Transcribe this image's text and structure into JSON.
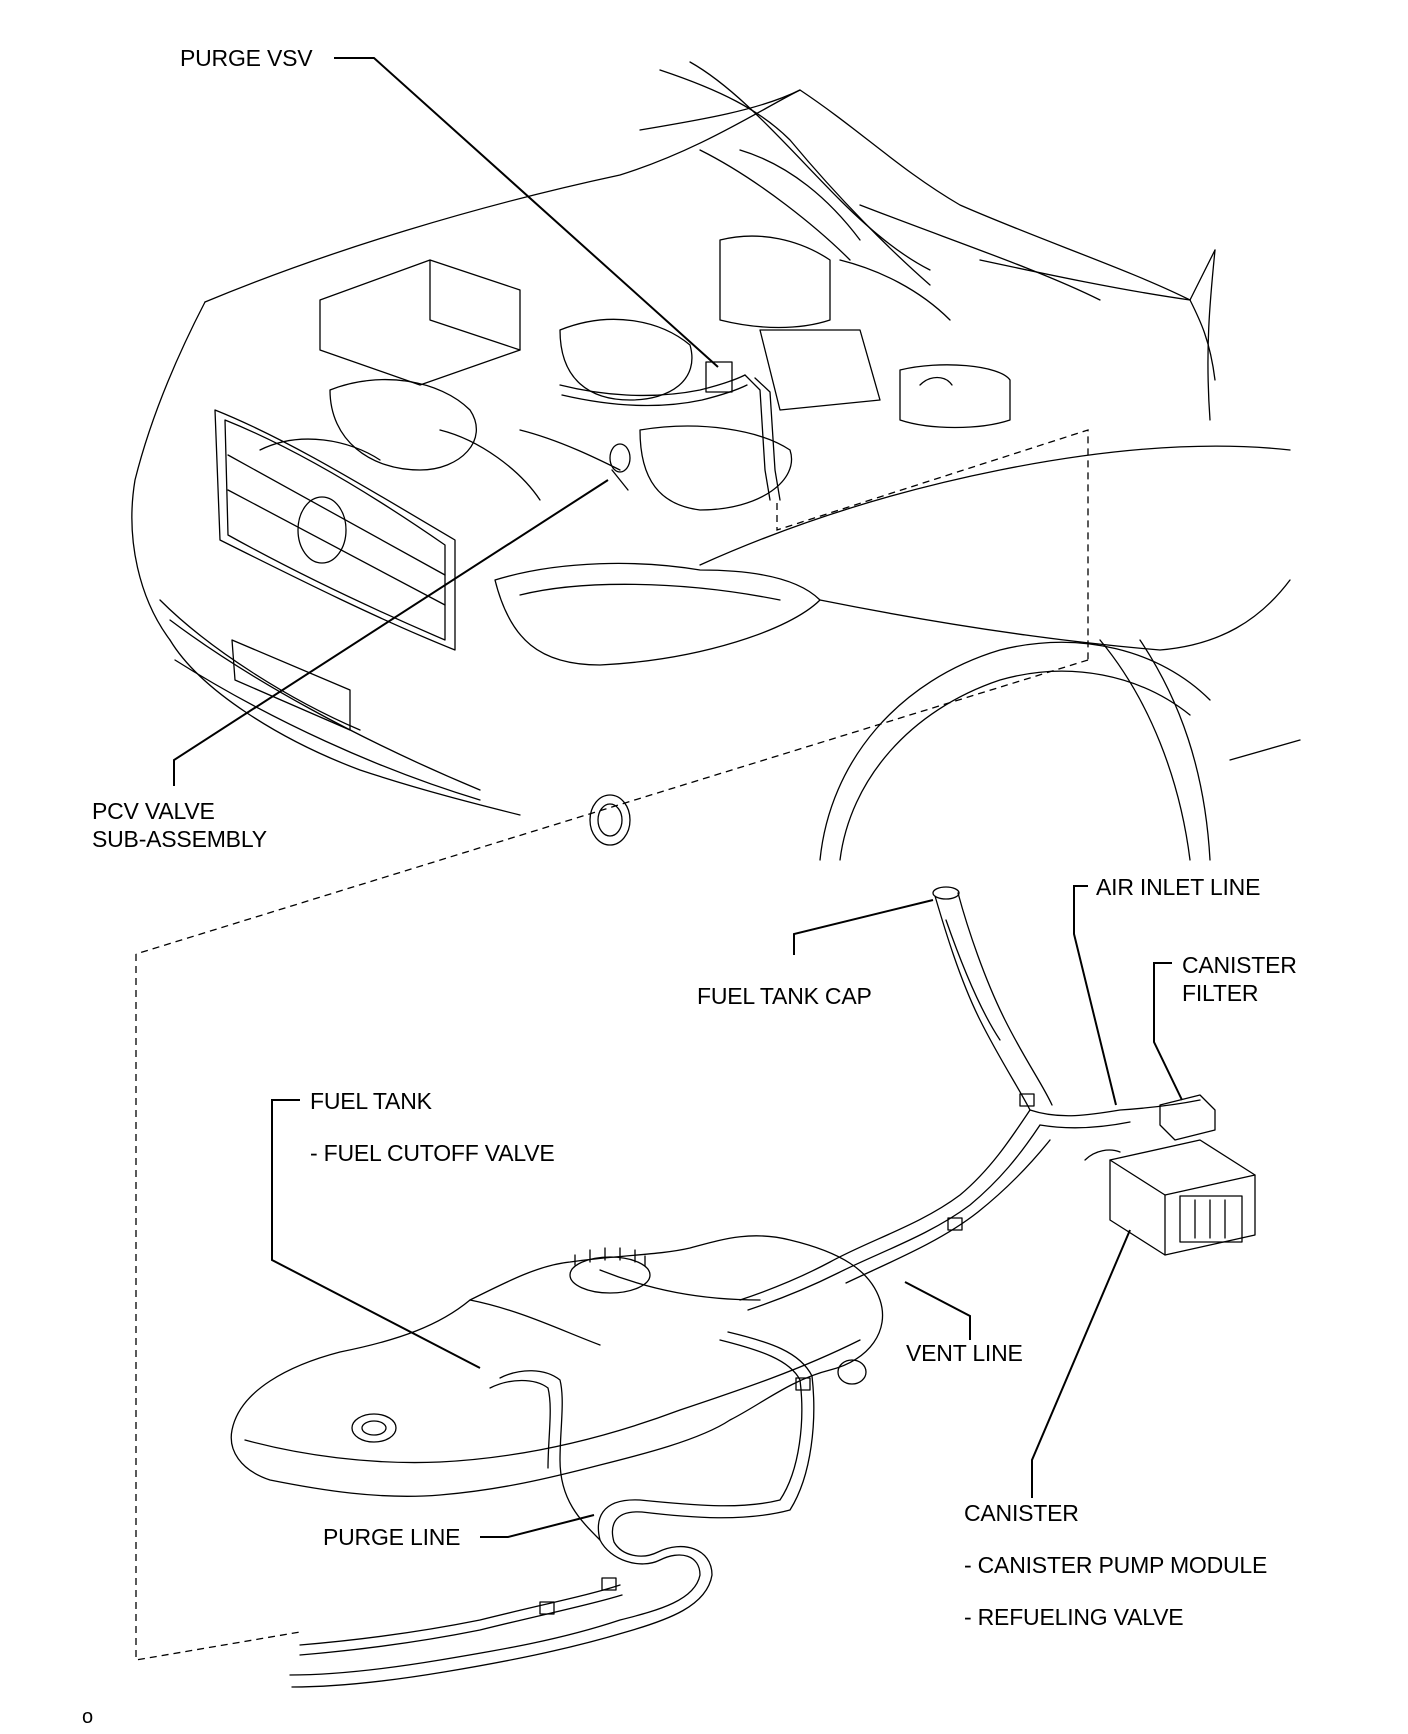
{
  "labels": {
    "purge_vsv": "PURGE VSV",
    "pcv_valve_line1": "PCV VALVE",
    "pcv_valve_line2": "SUB-ASSEMBLY",
    "air_inlet_line": "AIR INLET LINE",
    "canister_filter_line1": "CANISTER",
    "canister_filter_line2": "FILTER",
    "fuel_tank_cap": "FUEL TANK CAP",
    "fuel_tank": "FUEL TANK",
    "fuel_cutoff_valve": "- FUEL CUTOFF VALVE",
    "vent_line": "VENT LINE",
    "canister": "CANISTER",
    "canister_pump_module": "- CANISTER PUMP MODULE",
    "refueling_valve": "- REFUELING VALVE",
    "purge_line": "PURGE LINE"
  },
  "figure_id": "o"
}
